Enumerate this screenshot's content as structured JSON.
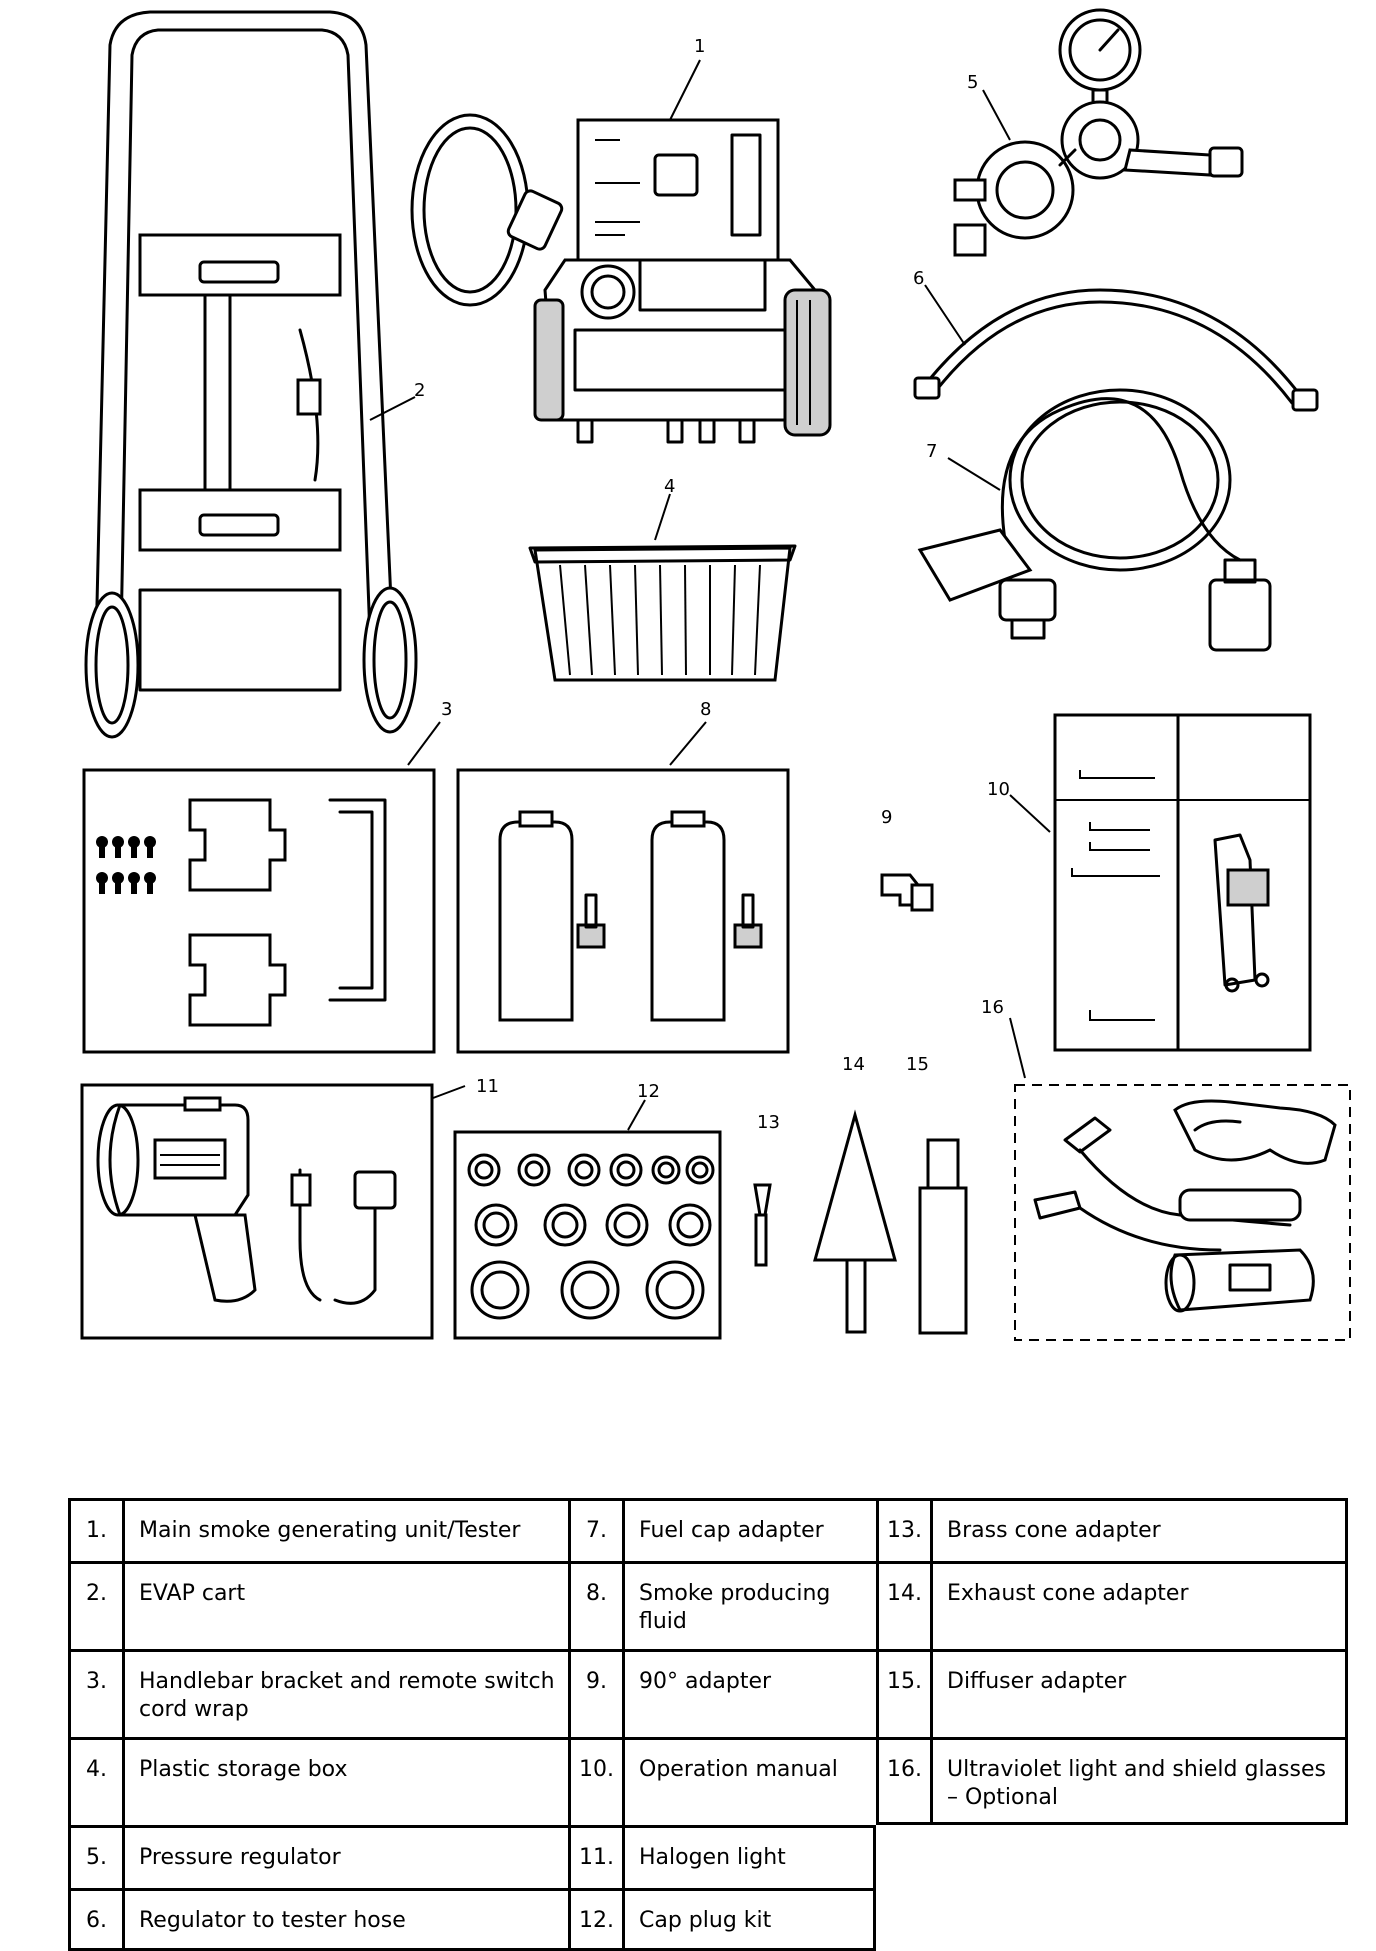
{
  "callouts": [
    "1",
    "2",
    "3",
    "4",
    "5",
    "6",
    "7",
    "8",
    "9",
    "10",
    "11",
    "12",
    "13",
    "14",
    "15",
    "16"
  ],
  "legend": [
    {
      "num": "1.",
      "text": "Main smoke generating unit/Tester"
    },
    {
      "num": "2.",
      "text": "EVAP cart"
    },
    {
      "num": "3.",
      "text": "Handlebar bracket and remote switch cord wrap"
    },
    {
      "num": "4.",
      "text": "Plastic storage box"
    },
    {
      "num": "5.",
      "text": "Pressure regulator"
    },
    {
      "num": "6.",
      "text": "Regulator to tester hose"
    },
    {
      "num": "7.",
      "text": "Fuel cap adapter"
    },
    {
      "num": "8.",
      "text": "Smoke producing fluid"
    },
    {
      "num": "9.",
      "text": "90° adapter"
    },
    {
      "num": "10.",
      "text": "Operation manual"
    },
    {
      "num": "11.",
      "text": "Halogen light"
    },
    {
      "num": "12.",
      "text": "Cap plug kit"
    },
    {
      "num": "13.",
      "text": "Brass cone adapter"
    },
    {
      "num": "14.",
      "text": "Exhaust cone adapter"
    },
    {
      "num": "15.",
      "text": "Diffuser adapter"
    },
    {
      "num": "16.",
      "text": "Ultraviolet light and shield glasses – Optional"
    }
  ]
}
